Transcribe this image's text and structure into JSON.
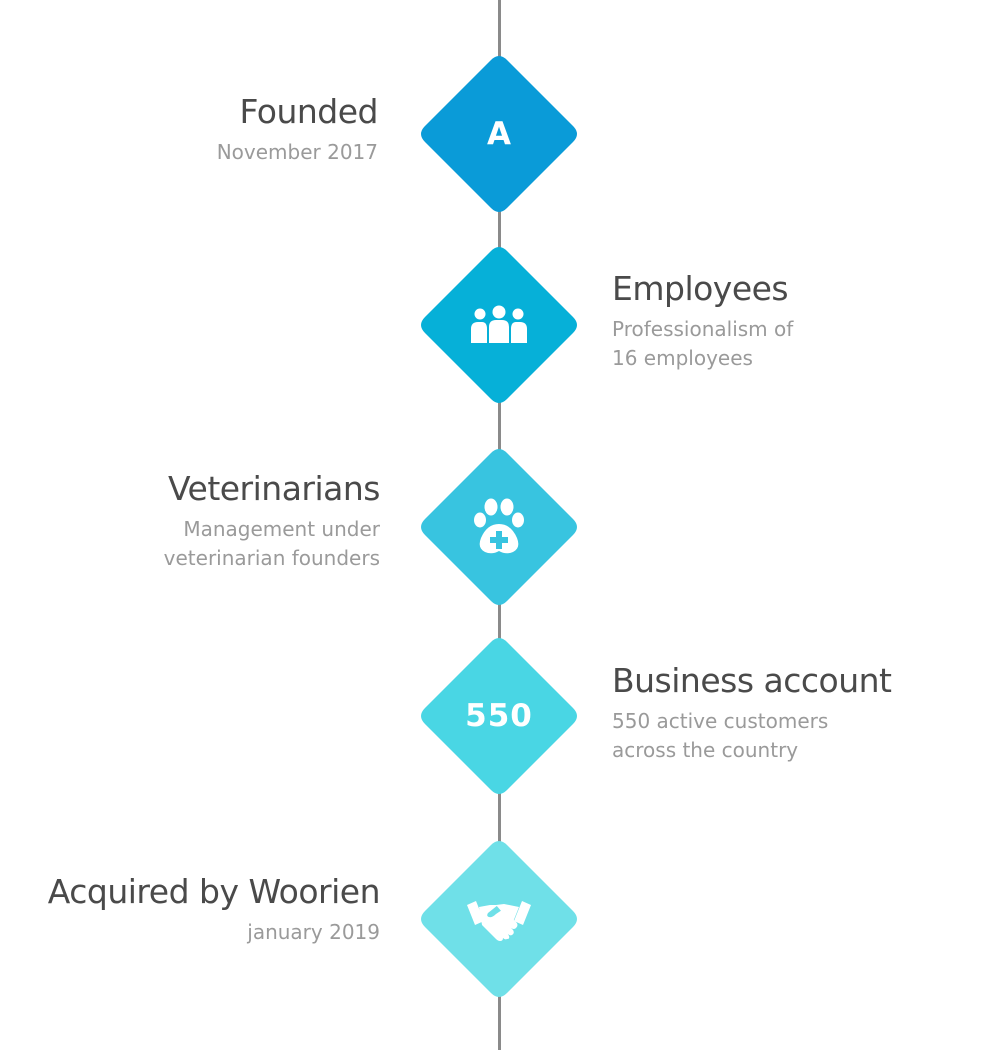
{
  "colors": {
    "line": "#8a8a8a",
    "title": "#4a4a4a",
    "desc": "#9a9a9a",
    "node1": "#0a9bd8",
    "node2": "#06b0d8",
    "node3": "#38c4e0",
    "node4": "#49d6e4",
    "node5": "#6fe0e8"
  },
  "timeline": {
    "items": [
      {
        "title": "Founded",
        "desc_lines": [
          "November 2017"
        ],
        "icon": "letter-a-icon",
        "icon_text": "A"
      },
      {
        "title": "Employees",
        "desc_lines": [
          "Professionalism of",
          "16 employees"
        ],
        "icon": "people-group-icon"
      },
      {
        "title": "Veterinarians",
        "desc_lines": [
          "Management under",
          "veterinarian founders"
        ],
        "icon": "paw-plus-icon"
      },
      {
        "title": "Business account",
        "desc_lines": [
          "550 active customers",
          "across the country"
        ],
        "icon": "number-550-icon",
        "icon_text": "550"
      },
      {
        "title": "Acquired by Woorien",
        "desc_lines": [
          "january 2019"
        ],
        "icon": "handshake-icon"
      }
    ]
  }
}
